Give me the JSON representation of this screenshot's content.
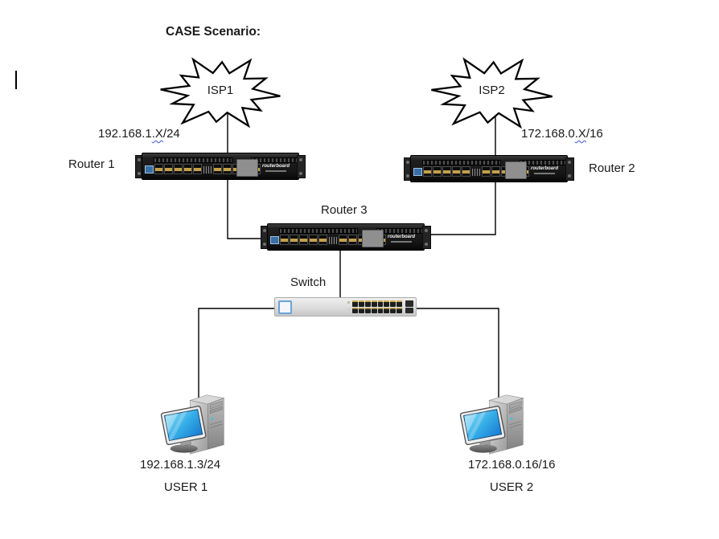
{
  "title": "CASE Scenario:",
  "devices": {
    "router_brand": "routerboard"
  },
  "nodes": {
    "isp1": {
      "label": "ISP1"
    },
    "isp2": {
      "label": "ISP2"
    },
    "router1": {
      "label": "Router 1"
    },
    "router2": {
      "label": "Router 2"
    },
    "router3": {
      "label": "Router 3"
    },
    "switch": {
      "label": "Switch"
    },
    "user1": {
      "label": "USER 1",
      "ip": "192.168.1.3/24"
    },
    "user2": {
      "label": "USER 2",
      "ip": "172.168.0.16/16"
    }
  },
  "networks": {
    "left": {
      "pre": "192.168.1",
      "wavy": ".X",
      "post": "/24"
    },
    "right": {
      "pre": "172.168.0",
      "wavy": ".X",
      "post": "/16"
    }
  },
  "colors": {
    "line": "#000000",
    "squiggle": "#3b5bd5",
    "screen_blue": "#2e9fe0",
    "switch_accent": "#6aa3d8"
  }
}
